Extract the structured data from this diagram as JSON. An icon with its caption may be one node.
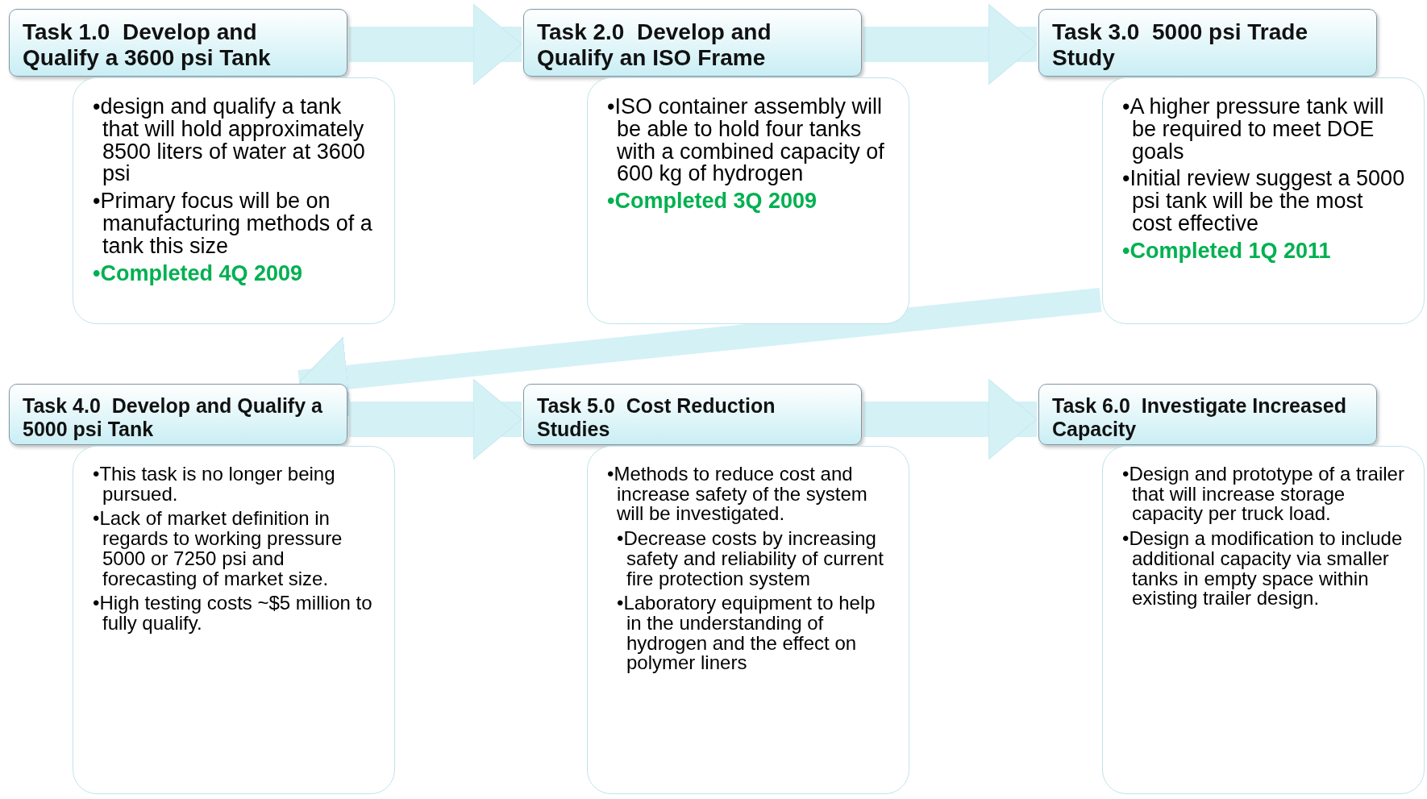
{
  "diagram": {
    "nodes": [
      {
        "text": [
          "Task 1.0  Develop and Qualify a 3600 psi Tank"
        ]
      },
      {
        "text": [
          "•design and qualify a tank that will hold approximately 8500 liters of water at 3600 psi",
          "•Primary focus will be on manufacturing methods of a tank this size",
          "•Completed 4Q 2009"
        ]
      },
      {
        "text": [
          "Task 2.0  Develop and Qualify an ISO Frame"
        ]
      },
      {
        "text": [
          "•ISO container assembly will be able to hold four tanks with a combined capacity of 600 kg of hydrogen",
          "•Completed 3Q 2009"
        ]
      },
      {
        "text": [
          "Task 3.0  5000 psi Trade Study"
        ]
      },
      {
        "text": [
          "•A higher pressure tank will be required to meet DOE goals",
          "•Initial review suggest a 5000 psi tank will be the most cost effective",
          "•Completed 1Q 2011"
        ]
      },
      {
        "text": [
          "Task 4.0  Develop and Qualify a 5000 psi Tank"
        ]
      },
      {
        "text": [
          "•This task is no longer being pursued.",
          "•Lack of market definition in regards to working pressure 5000 or 7250 psi and forecasting of market size.",
          "•High testing costs ~$5 million to fully qualify."
        ]
      },
      {
        "text": [
          "Task 5.0  Cost Reduction Studies"
        ]
      },
      {
        "text": [
          "•Methods to reduce cost and increase safety of the system will be investigated.",
          "•Decrease costs by increasing safety and reliability of current fire protection system",
          "•Laboratory equipment to help in the understanding of hydrogen and the effect on polymer liners"
        ]
      },
      {
        "text": [
          "Task 6.0  Investigate Increased Capacity"
        ]
      },
      {
        "text": [
          "•Design and prototype of a trailer that will increase storage capacity per truck load.",
          "•Design a modification to include additional capacity via smaller tanks in empty space within existing trailer design."
        ]
      }
    ],
    "edges": [
      {
        "from": 0,
        "to": 2,
        "arrow": "to"
      },
      {
        "from": 2,
        "to": 4,
        "arrow": "to"
      },
      {
        "from": 5,
        "to": 6,
        "arrow": "to"
      },
      {
        "from": 6,
        "to": 8,
        "arrow": "to"
      },
      {
        "from": 8,
        "to": 10,
        "arrow": "to"
      }
    ]
  }
}
